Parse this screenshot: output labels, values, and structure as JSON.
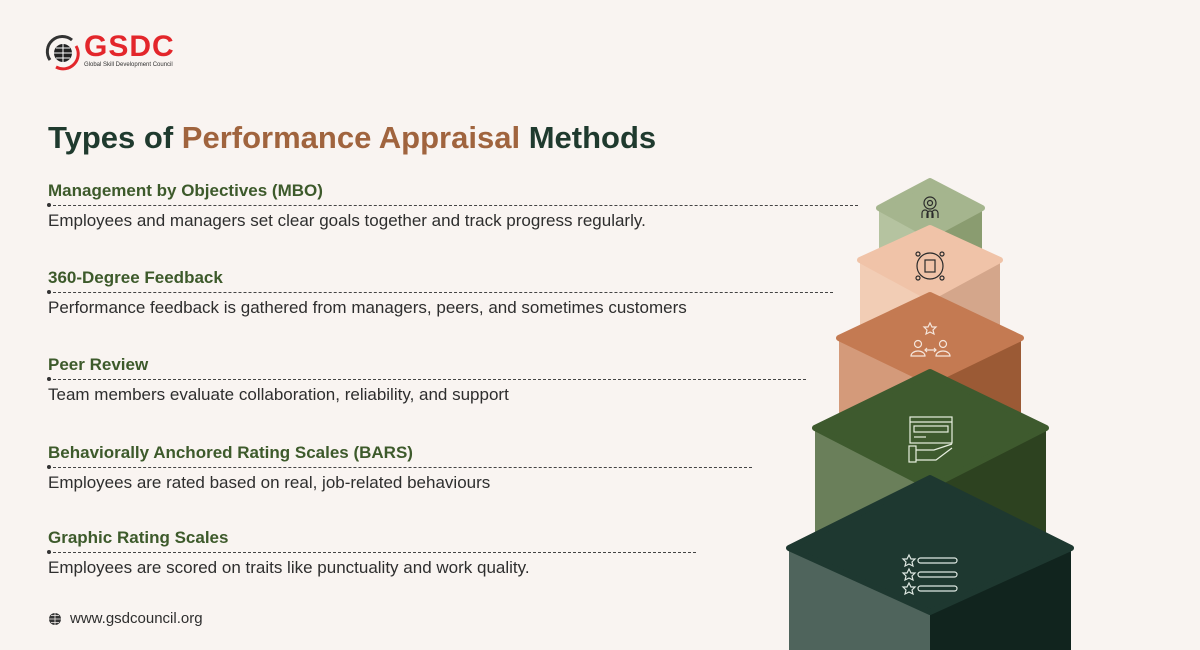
{
  "brand": {
    "name": "GSDC",
    "tagline": "Global Skill Development Council",
    "color": "#e3262b"
  },
  "title": {
    "prefix": "Types of",
    "accent": "Performance Appraisal",
    "suffix": "Methods"
  },
  "methods": [
    {
      "heading": "Management by Objectives (MBO)",
      "description": "Employees and managers set clear goals together and track progress regularly.",
      "icon": "team-gear-icon",
      "color": "#a5b58e"
    },
    {
      "heading": "360-Degree Feedback",
      "description": "Performance feedback is gathered from managers, peers, and sometimes customers",
      "icon": "circular-feedback-icon",
      "color": "#f0c3a8"
    },
    {
      "heading": "Peer Review",
      "description": "Team members evaluate collaboration, reliability, and support",
      "icon": "peer-rating-icon",
      "color": "#c47a52"
    },
    {
      "heading": "Behaviorally Anchored Rating Scales (BARS)",
      "description": "Employees are rated based on real, job-related behaviours",
      "icon": "hand-rating-icon",
      "color": "#3e5a2e"
    },
    {
      "heading": "Graphic Rating Scales",
      "description": "Employees are scored on traits like punctuality and work quality.",
      "icon": "star-scale-icon",
      "color": "#1e3830"
    }
  ],
  "footer": {
    "website": "www.gsdcouncil.org",
    "icon": "globe-icon"
  }
}
